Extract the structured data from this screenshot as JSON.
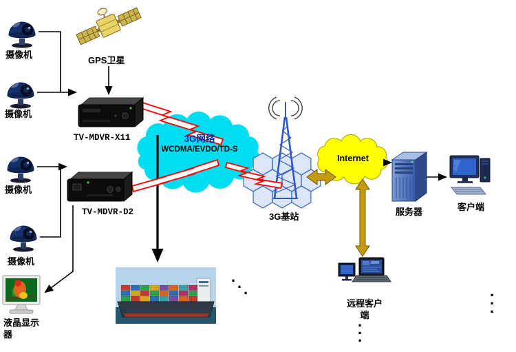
{
  "colors": {
    "cloud3g": "#00dcf0",
    "cloudTitle": "#0030a6",
    "internet": "#ffff00",
    "lightning": "#ff0000",
    "goldArrow": "#c49a10",
    "hexFill": "#dbe7f8",
    "hexStroke": "#4372c4",
    "tower": "#3056c8",
    "line": "#000000"
  },
  "nodes": {
    "cameras": [
      {
        "label": "摄像机"
      },
      {
        "label": "摄像机"
      },
      {
        "label": "摄像机"
      },
      {
        "label": "摄像机"
      }
    ],
    "gps": {
      "label": "GPS卫星"
    },
    "mdvr_x11": {
      "label": "TV-MDVR-X11"
    },
    "mdvr_d2": {
      "label": "TV-MDVR-D2"
    },
    "cloud_3g": {
      "title": "3G网络",
      "subtitle": "WCDMA/EVDO/TD-S"
    },
    "base_station": {
      "label": "3G基站"
    },
    "internet": {
      "label": "Internet"
    },
    "server": {
      "label": "服务器"
    },
    "client": {
      "label": "客户端"
    },
    "remote_client": {
      "label": "远程客户端"
    },
    "lcd_display": {
      "label": "液晶显示器"
    }
  },
  "marks": {
    "dot": "·"
  }
}
